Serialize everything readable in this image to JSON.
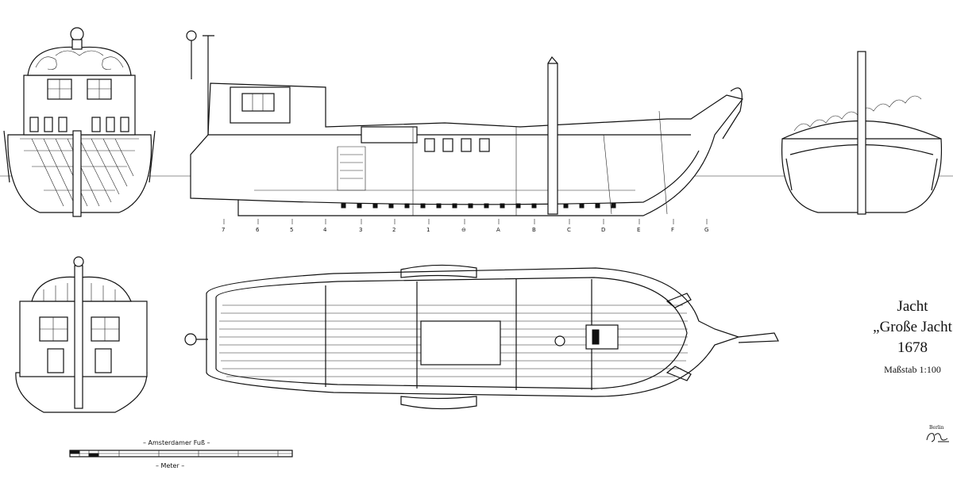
{
  "title": {
    "line1": "Jacht",
    "line2": "„Große Jacht",
    "year": "1678",
    "scale": "Maßstab 1:100"
  },
  "scale_bar": {
    "top_label": "– Amsterdamer Fuß –",
    "bottom_label": "– Meter –"
  },
  "frame_labels": [
    "7",
    "6",
    "5",
    "4",
    "3",
    "2",
    "1",
    "⊖",
    "A",
    "B",
    "C",
    "D",
    "E",
    "F",
    "G"
  ],
  "signature": {
    "place": "Berlin"
  }
}
